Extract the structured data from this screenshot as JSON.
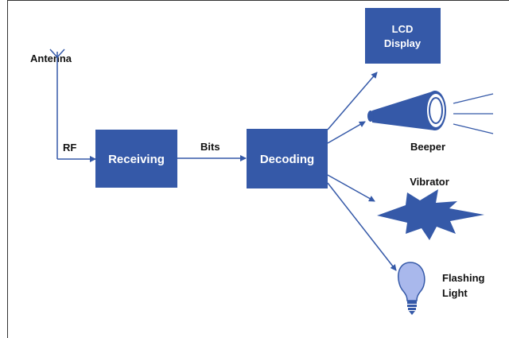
{
  "labels": {
    "antenna": "Antenna",
    "rf": "RF",
    "bits": "Bits",
    "beeper": "Beeper",
    "vibrator": "Vibrator",
    "flashing_line1": "Flashing",
    "flashing_line2": "Light"
  },
  "boxes": {
    "receiving": "Receiving",
    "decoding": "Decoding",
    "lcd_line1": "LCD",
    "lcd_line2": "Display"
  },
  "colors": {
    "box_fill": "#3559A8",
    "line": "#3559A8",
    "bulb_fill": "#A9B8EC",
    "text": "#111111"
  }
}
